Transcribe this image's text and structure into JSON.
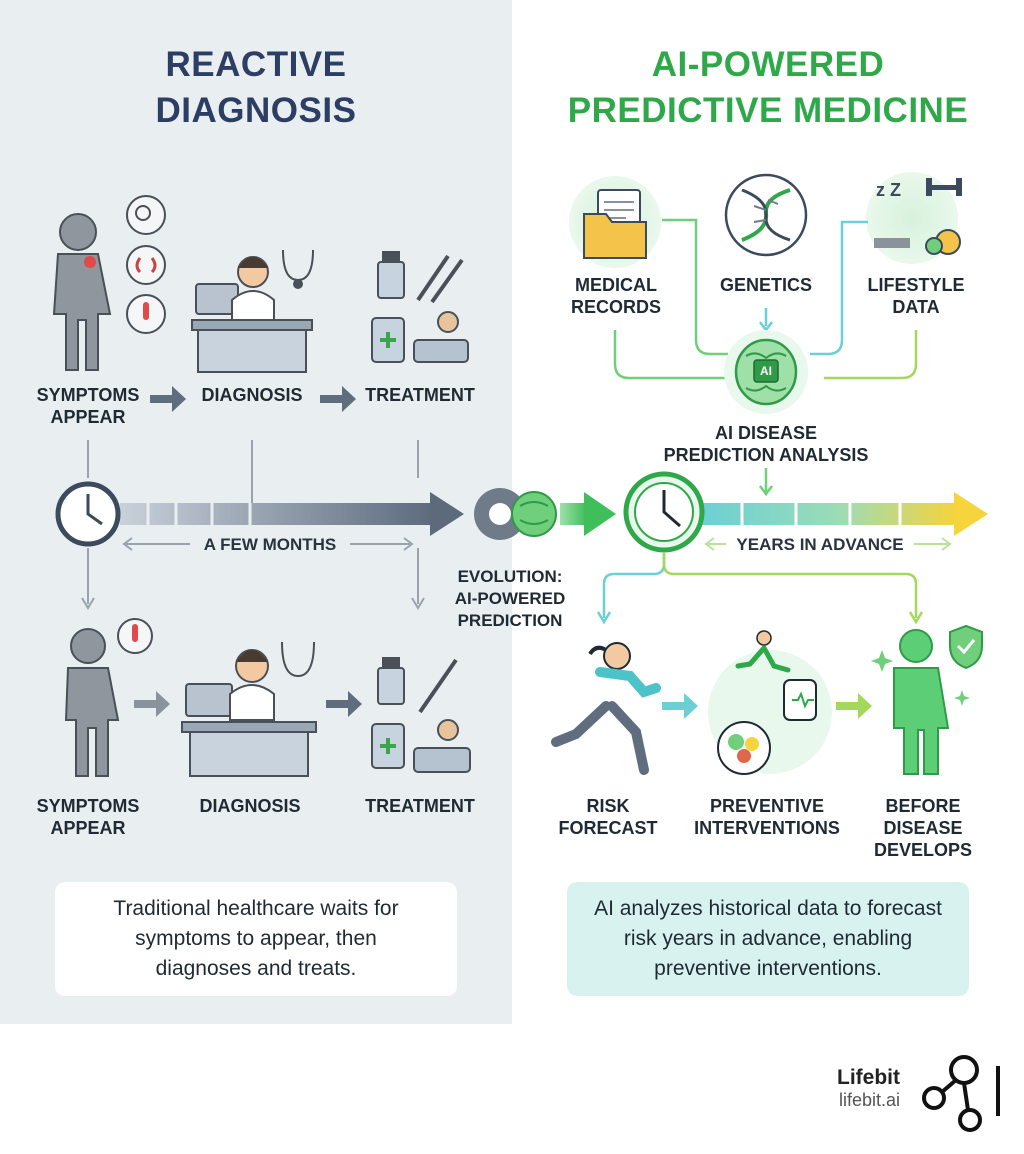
{
  "left": {
    "title_line1": "REACTIVE",
    "title_line2": "DIAGNOSIS",
    "row1": {
      "symptoms_l1": "SYMPTOMS",
      "symptoms_l2": "APPEAR",
      "diagnosis": "DIAGNOSIS",
      "treatment": "TREATMENT"
    },
    "timeline_label": "A FEW MONTHS",
    "row2": {
      "symptoms_l1": "SYMPTOMS",
      "symptoms_l2": "APPEAR",
      "diagnosis": "DIAGNOSIS",
      "treatment": "TREATMENT"
    },
    "summary": "Traditional healthcare waits for symptoms to appear, then diagnoses and treats."
  },
  "right": {
    "title_line1": "AI-POWERED",
    "title_line2": "PREDICTIVE MEDICINE",
    "sources": {
      "records_l1": "MEDICAL",
      "records_l2": "RECORDS",
      "genetics": "GENETICS",
      "lifestyle_l1": "LIFESTYLE",
      "lifestyle_l2": "DATA"
    },
    "ai_chip": "AI",
    "analysis_l1": "AI DISEASE",
    "analysis_l2": "PREDICTION ANALYSIS",
    "timeline_label": "YEARS IN ADVANCE",
    "outcomes": {
      "risk_l1": "RISK",
      "risk_l2": "FORECAST",
      "prev_l1": "PREVENTIVE",
      "prev_l2": "INTERVENTIONS",
      "before_l1": "BEFORE DISEASE",
      "before_l2": "DEVELOPS"
    },
    "summary": "AI analyzes historical data to forecast risk years in advance, enabling preventive interventions."
  },
  "evolution": {
    "l1": "EVOLUTION:",
    "l2": "AI-POWERED",
    "l3": "PREDICTION"
  },
  "logo": {
    "name": "Lifebit",
    "url": "lifebit.ai"
  },
  "colors": {
    "navy": "#2c3e64",
    "green": "#2fa84a",
    "teal": "#4cc3c9",
    "yellow": "#f5d43c",
    "gray": "#8a939c"
  }
}
